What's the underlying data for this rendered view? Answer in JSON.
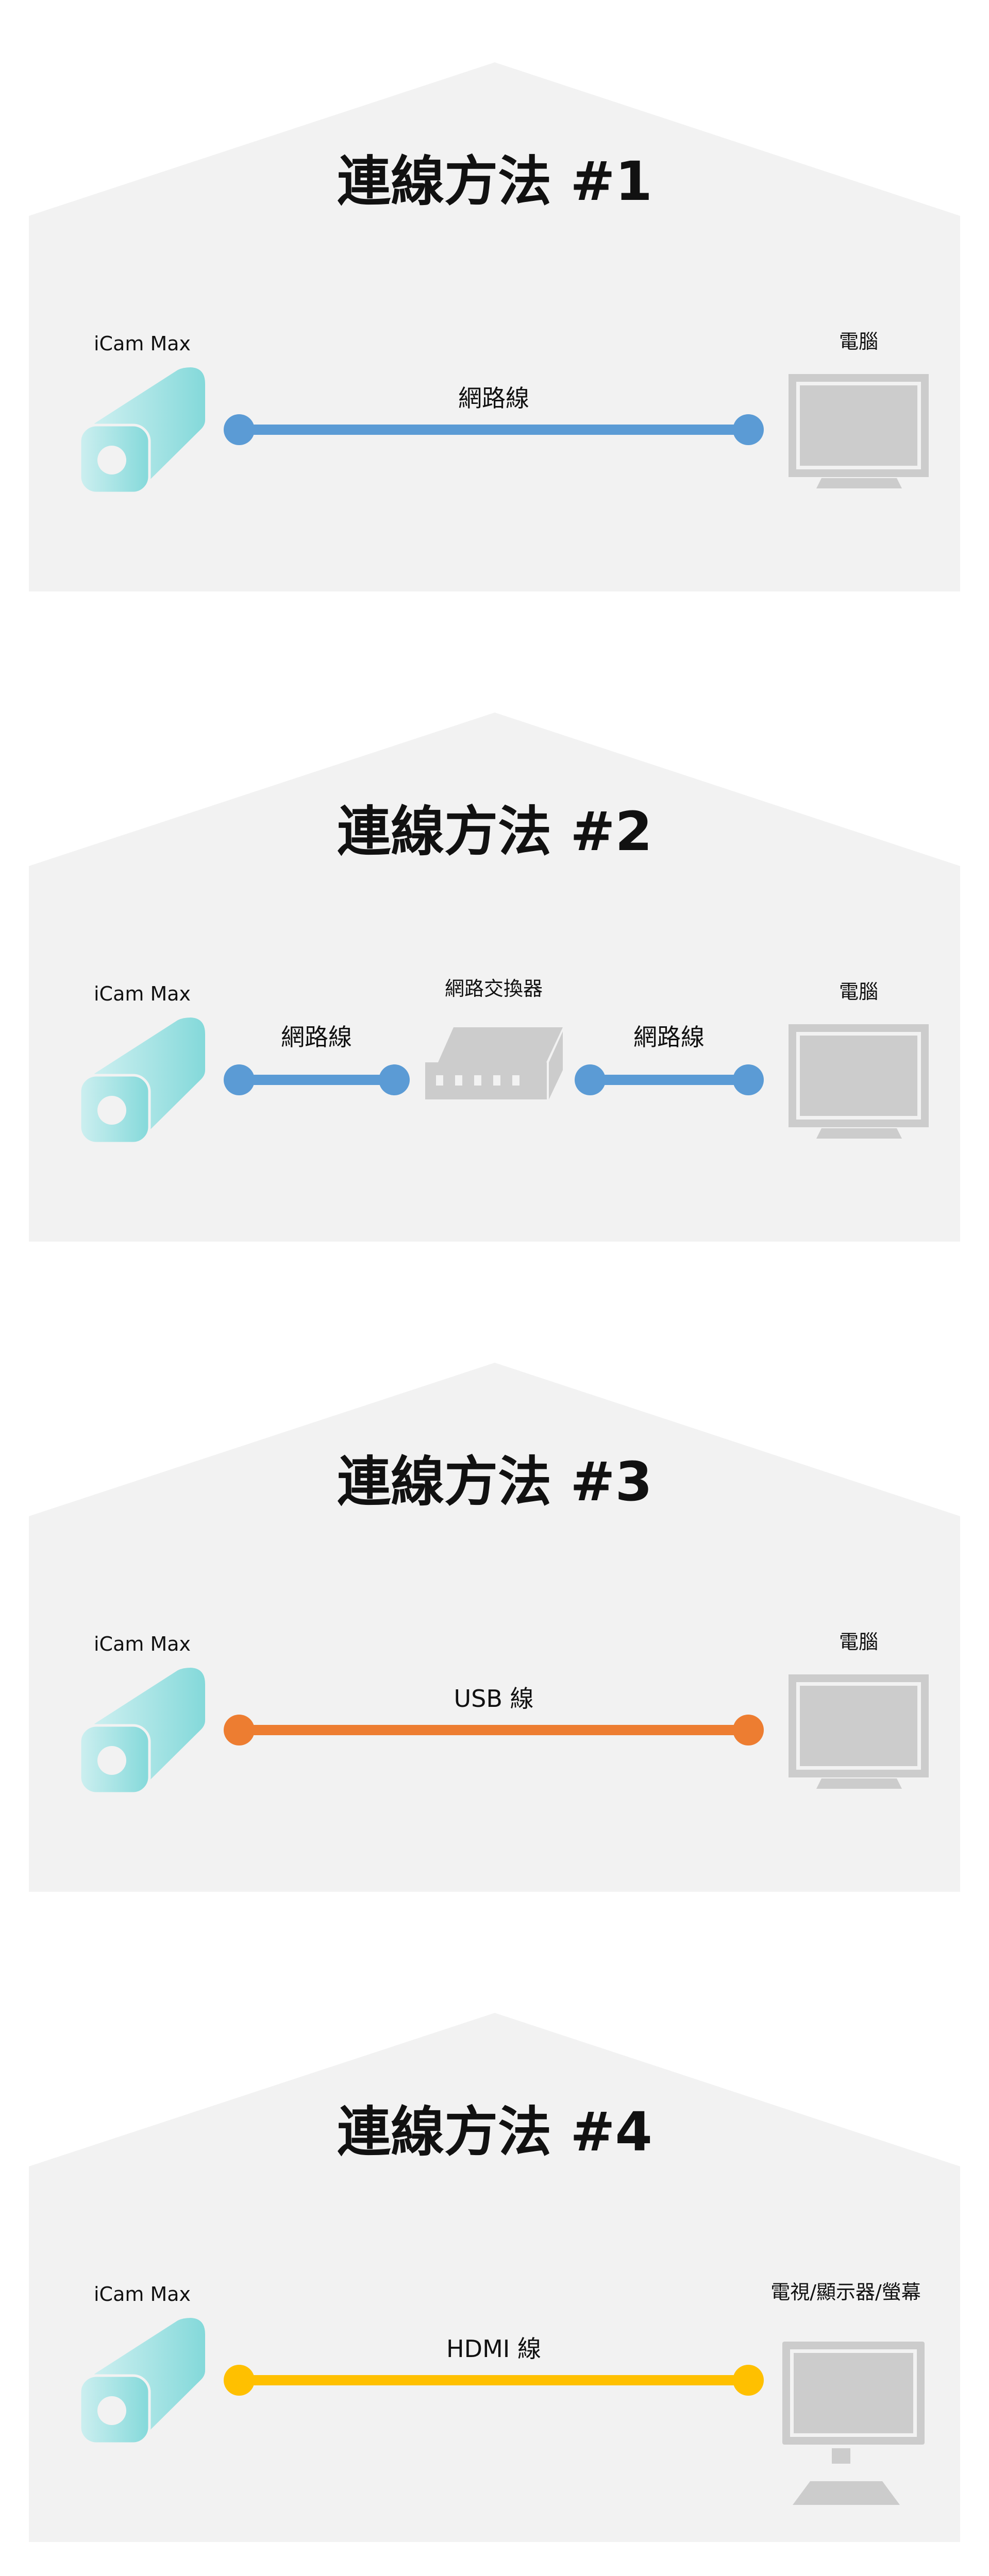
{
  "colors": {
    "panel": "#f2f2f2",
    "ethernet": "#5b9bd5",
    "usb": "#ed7d31",
    "hdmi": "#ffc000",
    "device_gray": "#cccccc",
    "camera_light": "#cdeff0",
    "camera_dark": "#84d9da"
  },
  "sections": [
    {
      "title": "連線方法 #1",
      "source_label": "iCam Max",
      "target_label": "電腦",
      "target_icon": "computer-monitor-icon",
      "cable_color": "ethernet",
      "has_switch": false,
      "cable_label": "網路線"
    },
    {
      "title": "連線方法 #2",
      "source_label": "iCam Max",
      "target_label": "電腦",
      "target_icon": "computer-monitor-icon",
      "cable_color": "ethernet",
      "has_switch": true,
      "switch_label": "網路交換器",
      "cable_label_left": "網路線",
      "cable_label_right": "網路線"
    },
    {
      "title": "連線方法 #3",
      "source_label": "iCam Max",
      "target_label": "電腦",
      "target_icon": "computer-monitor-icon",
      "cable_color": "usb",
      "has_switch": false,
      "cable_label": "USB 線"
    },
    {
      "title": "連線方法 #4",
      "source_label": "iCam Max",
      "target_label": "電視/顯示器/螢幕",
      "target_icon": "tv-monitor-icon",
      "cable_color": "hdmi",
      "has_switch": false,
      "cable_label": "HDMI 線"
    }
  ]
}
